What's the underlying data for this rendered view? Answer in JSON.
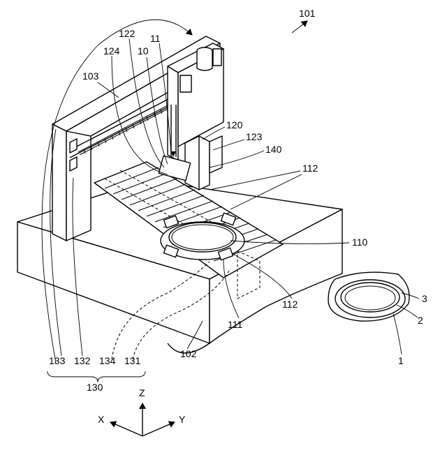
{
  "labels": {
    "l101": "101",
    "l103": "103",
    "l122": "122",
    "l124": "124",
    "l10": "10",
    "l11": "11",
    "l120": "120",
    "l123": "123",
    "l140": "140",
    "l112a": "112",
    "l110": "110",
    "l112b": "112",
    "l111": "111",
    "l102": "102",
    "l3": "3",
    "l2": "2",
    "l1": "1",
    "l133": "133",
    "l132": "132",
    "l134": "134",
    "l131": "131",
    "l130": "130"
  },
  "axes": {
    "z": "Z",
    "x": "X",
    "y": "Y"
  }
}
